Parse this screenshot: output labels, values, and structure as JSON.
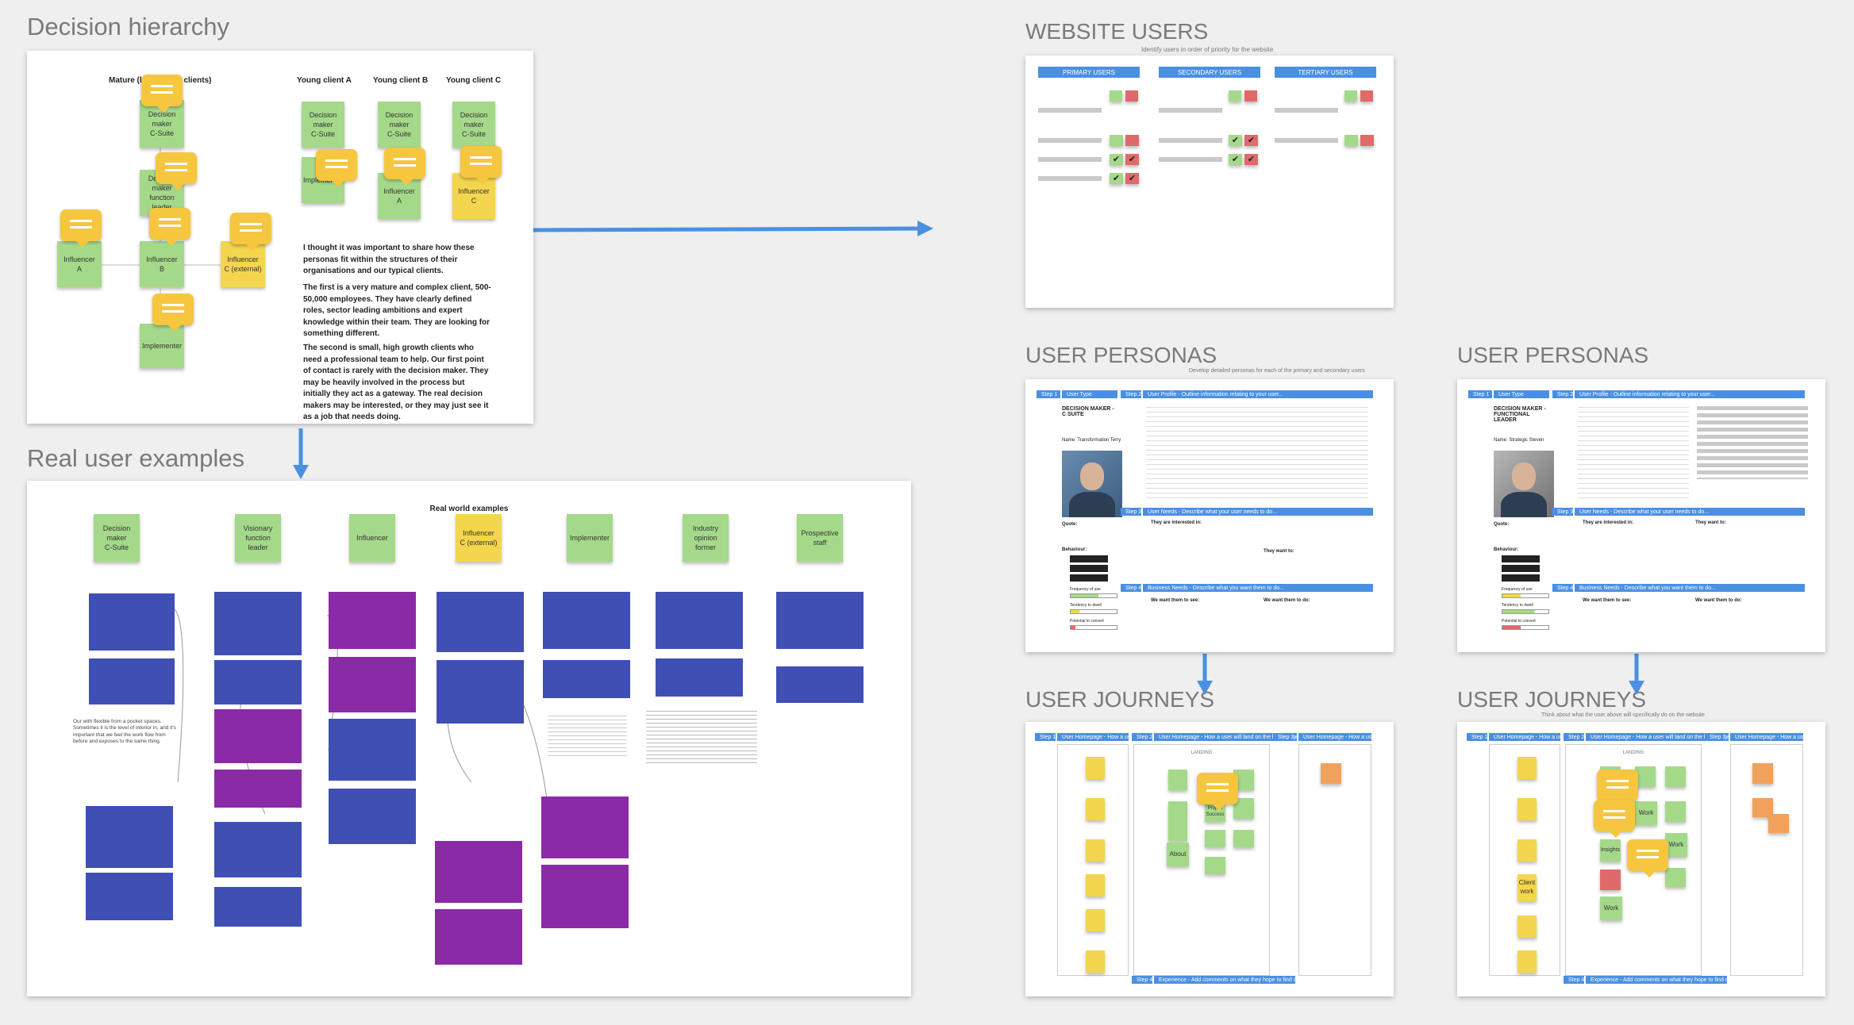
{
  "sections": {
    "decision_hierarchy": "Decision hierarchy",
    "real_user_examples": "Real user examples",
    "website_users": "WEBSITE USERS",
    "user_personas_1": "USER PERSONAS",
    "user_personas_2": "USER PERSONAS",
    "user_journeys_1": "USER JOURNEYS",
    "user_journeys_2": "USER JOURNEYS"
  },
  "hierarchy": {
    "mature_title": "Mature (large client clients)",
    "young_a": "Young client A",
    "young_b": "Young client B",
    "young_c": "Young client C",
    "dm": "Decision\nmaker\nC-Suite",
    "function_leader": "Decision\nmaker\nfunction\nleader",
    "influencer_a": "Influencer\nA",
    "influencer_b": "Influencer\nB",
    "influencer_c_ext": "Influencer\nC (external)",
    "implementer": "Implementer",
    "infl_a_short": "Influencer\nA",
    "infl_c_short": "Influencer\nC",
    "para1": "I thought it was important to share how these personas fit within the structures of their organisations and our typical clients.",
    "para2": "The first is a very mature and complex client, 500-50,000 employees. They have clearly defined roles, sector leading ambitions and expert knowledge within their team. They are looking for something different.",
    "para3": "The second is small, high growth clients who need a professional team to help. Our first point of contact is rarely with the decision maker. They may be heavily involved in the process but initially they act as a gateway. The real decision makers may be interested, or they may just see it as a job that needs doing."
  },
  "real_world": {
    "title": "Real world examples",
    "columns": [
      "Decision\nmaker\nC-Suite",
      "Visionary\nfunction\nleader",
      "Influencer",
      "Influencer\nC (external)",
      "Implementer",
      "Industry\nopinion\nformer",
      "Prospective\nstaff"
    ],
    "quote": "Our with flexible from a pocket spaces. Sometimes it is the level of interior in, and it's important that we feel the work flow from before and exposes to the same thing."
  },
  "website_users": {
    "subtitle": "Identify users in order of priority for the website",
    "primary": "PRIMARY USERS",
    "secondary": "SECONDARY USERS",
    "tertiary": "TERTIARY USERS"
  },
  "personas": {
    "subtitle": "Develop detailed personas for each of the primary and secondary users",
    "p1_name": "DECISION MAKER - C SUITE",
    "p1_person": "Name: Transformation Terry",
    "p2_name": "DECISION MAKER - FUNCTIONAL LEADER",
    "p2_person": "Name: Strategic Steven",
    "step1": "Step 1",
    "step2": "Step 2",
    "step3": "Step 3",
    "step4": "Step 4",
    "user_type": "User Type",
    "user_profile": "User Profile - Outline information relating to your user...",
    "user_needs": "User Needs - Describe what your user needs to do...",
    "business_needs": "Business Needs - Describe what you want them to do...",
    "quote": "Quote:",
    "behaviour": "Behaviour:",
    "interested": "They are interested in:",
    "want_to": "They want to:",
    "we_want": "We want them to see:",
    "we_want_do": "We want them to do:",
    "frequency": "Frequency of use",
    "tendency": "Tendency to dwell",
    "potential": "Potential to convert"
  },
  "journeys": {
    "subtitle": "Think about what the user above will specifically do on the website",
    "landing": "LANDING",
    "about": "About",
    "project_success": "Project\nSuccess",
    "work": "Work",
    "client_work": "Client\nwork",
    "insights": "Insights",
    "step1": "Step 1",
    "step2": "Step 2",
    "step3": "Step 3",
    "step4": "Step 4",
    "home": "User Homepage - How a user will land on the homepage",
    "experience": "Experience - Add comments on what they hope to find on this page"
  }
}
